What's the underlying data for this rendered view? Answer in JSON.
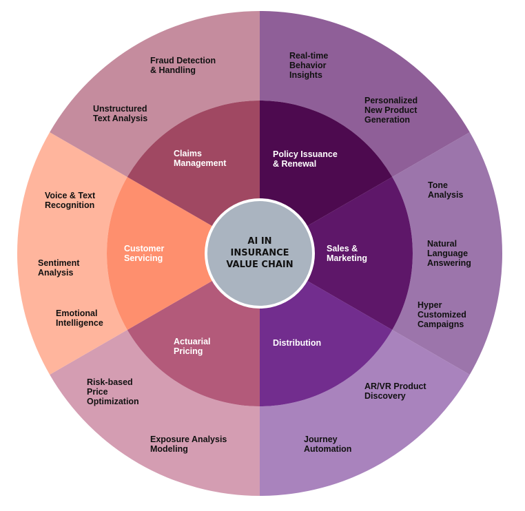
{
  "center": {
    "lines": [
      "AI IN",
      "INSURANCE",
      "VALUE CHAIN"
    ],
    "color": "#aab4c0"
  },
  "segments": [
    {
      "key": "policy",
      "inner_lines": [
        "Policy Issuance",
        "& Renewal"
      ],
      "inner_color": "#4d0a4f",
      "outer_color": "#8f5f98",
      "outer_items": [
        {
          "lines": [
            "Real-time",
            "Behavior",
            "Insights"
          ]
        },
        {
          "lines": [
            "Personalized",
            "New Product",
            "Generation"
          ]
        }
      ]
    },
    {
      "key": "sales",
      "inner_lines": [
        "Sales &",
        "Marketing"
      ],
      "inner_color": "#5e1769",
      "outer_color": "#9c75ab",
      "outer_items": [
        {
          "lines": [
            "Tone",
            "Analysis"
          ]
        },
        {
          "lines": [
            "Natural",
            "Language",
            "Answering"
          ]
        },
        {
          "lines": [
            "Hyper",
            "Customized",
            "Campaigns"
          ]
        }
      ]
    },
    {
      "key": "distribution",
      "inner_lines": [
        "Distribution"
      ],
      "inner_color": "#722d8e",
      "outer_color": "#a983bd",
      "outer_items": [
        {
          "lines": [
            "AR/VR Product",
            "Discovery"
          ]
        },
        {
          "lines": [
            "Journey",
            "Automation"
          ]
        }
      ]
    },
    {
      "key": "actuarial",
      "inner_lines": [
        "Actuarial",
        "Pricing"
      ],
      "inner_color": "#b35a7a",
      "outer_color": "#d49db2",
      "outer_items": [
        {
          "lines": [
            "Risk-based",
            "Price",
            "Optimization"
          ]
        },
        {
          "lines": [
            "Exposure Analysis",
            "Modeling"
          ]
        }
      ]
    },
    {
      "key": "customer",
      "inner_lines": [
        "Customer",
        "Servicing"
      ],
      "inner_color": "#fe8f6e",
      "outer_color": "#ffb59d",
      "outer_items": [
        {
          "lines": [
            "Voice & Text",
            "Recognition"
          ]
        },
        {
          "lines": [
            "Sentiment",
            "Analysis"
          ]
        },
        {
          "lines": [
            "Emotional",
            "Intelligence"
          ]
        }
      ]
    },
    {
      "key": "claims",
      "inner_lines": [
        "Claims",
        "Management"
      ],
      "inner_color": "#a04862",
      "outer_color": "#c58c9e",
      "outer_items": [
        {
          "lines": [
            "Fraud Detection",
            "& Handling"
          ]
        },
        {
          "lines": [
            "Unstructured",
            "Text Analysis"
          ]
        }
      ]
    }
  ]
}
